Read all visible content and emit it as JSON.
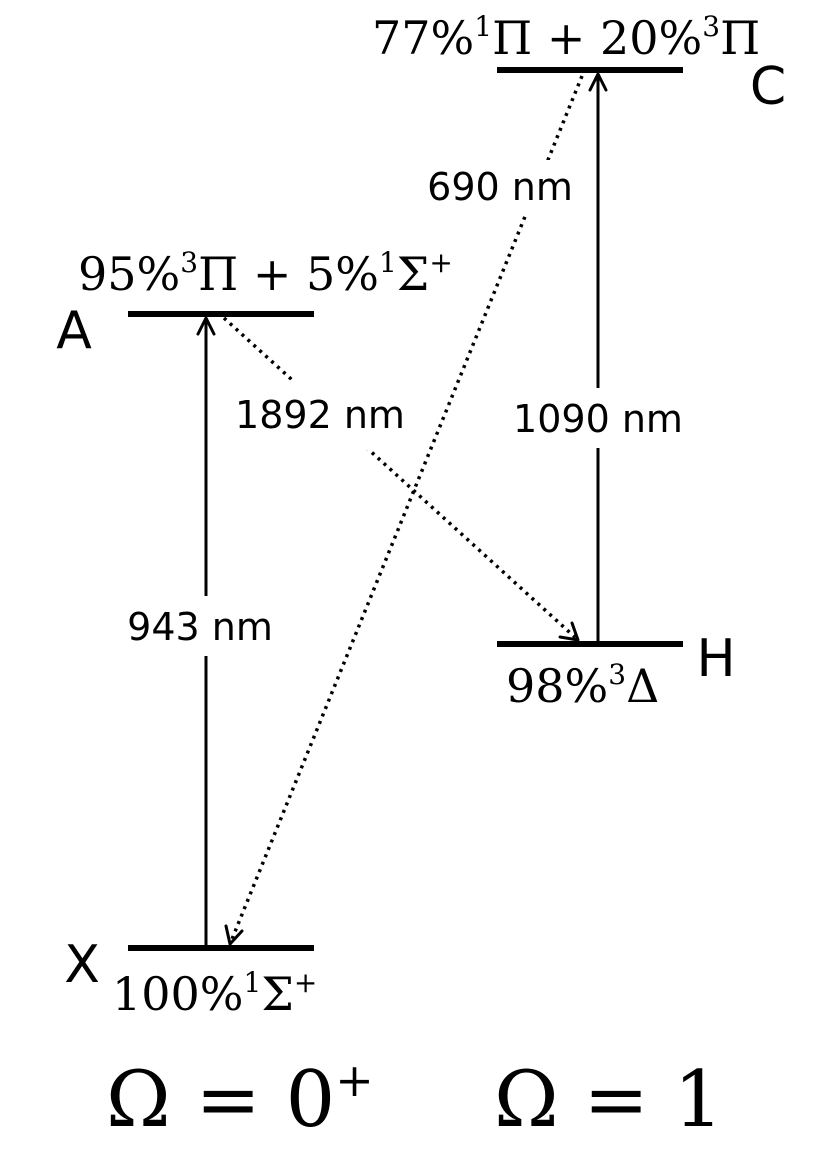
{
  "states": {
    "X": {
      "label": "X",
      "composition": [
        {
          "text": "100%",
          "sup": "1",
          "term": "Σ",
          "term_sup": "+"
        }
      ]
    },
    "A": {
      "label": "A",
      "composition": [
        {
          "text": "95%",
          "sup": "3",
          "term": "Π",
          "term_sup": ""
        },
        {
          "text": " + 5%",
          "sup": "1",
          "term": "Σ",
          "term_sup": "+"
        }
      ]
    },
    "H": {
      "label": "H",
      "composition": [
        {
          "text": "98%",
          "sup": "3",
          "term": "Δ",
          "term_sup": ""
        }
      ]
    },
    "C": {
      "label": "C",
      "composition": [
        {
          "text": "77%",
          "sup": "1",
          "term": "Π",
          "term_sup": ""
        },
        {
          "text": " + 20%",
          "sup": "3",
          "term": "Π",
          "term_sup": ""
        }
      ]
    }
  },
  "transitions": [
    {
      "from": "X",
      "to": "A",
      "wavelength": "943 nm",
      "style": "solid"
    },
    {
      "from": "H",
      "to": "C",
      "wavelength": "1090 nm",
      "style": "solid"
    },
    {
      "from": "A",
      "to": "H",
      "wavelength": "1892 nm",
      "style": "dotted"
    },
    {
      "from": "C",
      "to": "X",
      "wavelength": "690 nm",
      "style": "dotted"
    }
  ],
  "columns": {
    "left": {
      "lhs": "Ω",
      "eq": " = ",
      "value": "0",
      "sup": "+"
    },
    "right": {
      "lhs": "Ω",
      "eq": " = ",
      "value": "1",
      "sup": ""
    }
  }
}
